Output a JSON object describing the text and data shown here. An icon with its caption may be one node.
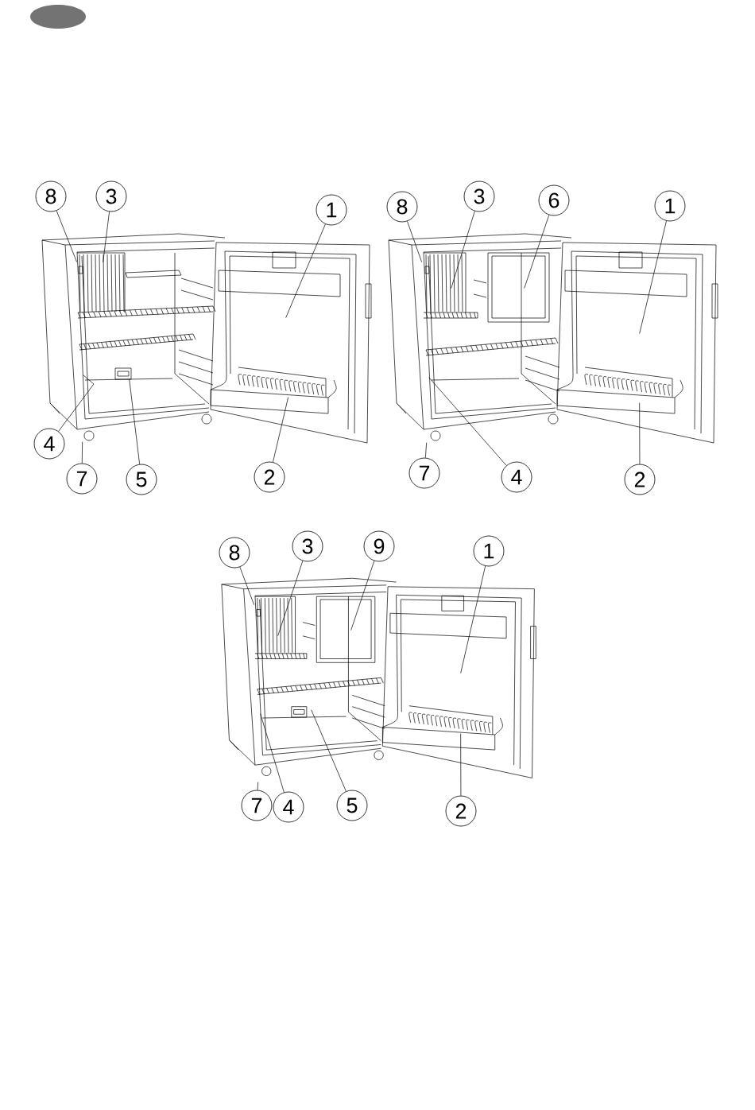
{
  "diagram": {
    "nodes": [
      {
        "text": [
          "8"
        ]
      },
      {
        "text": [
          "3"
        ]
      },
      {
        "text": [
          "1"
        ]
      },
      {
        "text": [
          "4"
        ]
      },
      {
        "text": [
          "7"
        ]
      },
      {
        "text": [
          "5"
        ]
      },
      {
        "text": [
          "2"
        ]
      },
      {
        "text": [
          "8"
        ]
      },
      {
        "text": [
          "3"
        ]
      },
      {
        "text": [
          "6"
        ]
      },
      {
        "text": [
          "1"
        ]
      },
      {
        "text": [
          "7"
        ]
      },
      {
        "text": [
          "4"
        ]
      },
      {
        "text": [
          "2"
        ]
      },
      {
        "text": [
          "8"
        ]
      },
      {
        "text": [
          "3"
        ]
      },
      {
        "text": [
          "9"
        ]
      },
      {
        "text": [
          "1"
        ]
      },
      {
        "text": [
          "7"
        ]
      },
      {
        "text": [
          "4"
        ]
      },
      {
        "text": [
          "5"
        ]
      },
      {
        "text": [
          "2"
        ]
      },
      {
        "text": [],
        "shape": "picture"
      },
      {
        "text": [],
        "shape": "picture"
      },
      {
        "text": [],
        "shape": "picture"
      }
    ],
    "edges": [
      {
        "from": 0,
        "to": 22,
        "arrow": "none"
      },
      {
        "from": 1,
        "to": 22,
        "arrow": "none"
      },
      {
        "from": 2,
        "to": 22,
        "arrow": "none"
      },
      {
        "from": 3,
        "to": 22,
        "arrow": "none"
      },
      {
        "from": 4,
        "to": 22,
        "arrow": "none"
      },
      {
        "from": 5,
        "to": 22,
        "arrow": "none"
      },
      {
        "from": 6,
        "to": 22,
        "arrow": "none"
      },
      {
        "from": 7,
        "to": 23,
        "arrow": "none"
      },
      {
        "from": 8,
        "to": 23,
        "arrow": "none"
      },
      {
        "from": 9,
        "to": 23,
        "arrow": "none"
      },
      {
        "from": 10,
        "to": 23,
        "arrow": "none"
      },
      {
        "from": 11,
        "to": 23,
        "arrow": "none"
      },
      {
        "from": 12,
        "to": 23,
        "arrow": "none"
      },
      {
        "from": 13,
        "to": 23,
        "arrow": "none"
      },
      {
        "from": 14,
        "to": 24,
        "arrow": "none"
      },
      {
        "from": 15,
        "to": 24,
        "arrow": "none"
      },
      {
        "from": 16,
        "to": 24,
        "arrow": "none"
      },
      {
        "from": 17,
        "to": 24,
        "arrow": "none"
      },
      {
        "from": 18,
        "to": 24,
        "arrow": "none"
      },
      {
        "from": 19,
        "to": 24,
        "arrow": "none"
      },
      {
        "from": 20,
        "to": 24,
        "arrow": "none"
      },
      {
        "from": 21,
        "to": 24,
        "arrow": "none"
      }
    ]
  }
}
